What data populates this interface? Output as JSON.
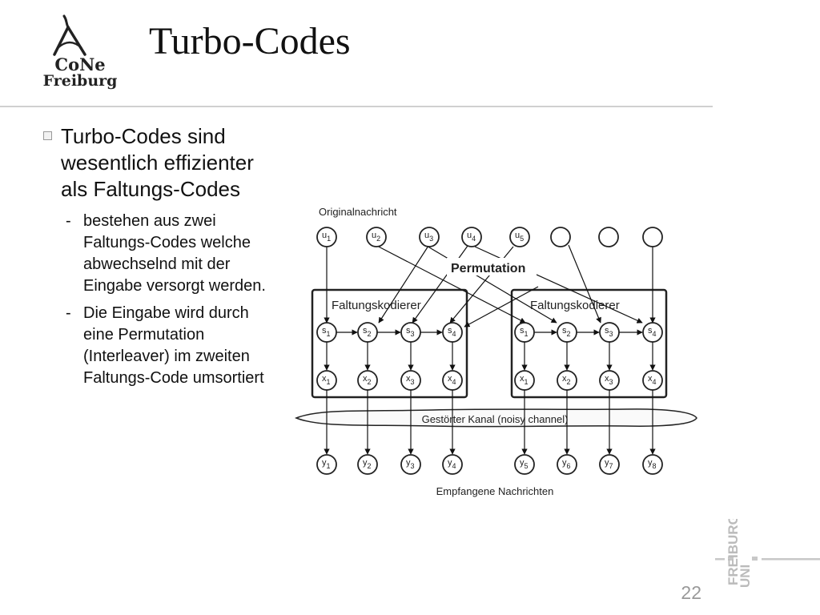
{
  "logo": {
    "line1": "CoNe",
    "line2": "Freiburg"
  },
  "title": "Turbo-Codes",
  "bullet": {
    "text": "Turbo-Codes sind wesentlich effizienter als Faltungs-Codes",
    "subitems": [
      {
        "dash": "-",
        "text": "bestehen aus zwei Faltungs-Codes welche abwechselnd mit der Eingabe versorgt werden."
      },
      {
        "dash": "-",
        "text": "Die Eingabe wird durch eine Permutation (Interleaver) im zweiten Faltungs-Code umsortiert"
      }
    ]
  },
  "diagram": {
    "original_label": "Originalnachricht",
    "inputs": [
      {
        "b": "u",
        "s": "1"
      },
      {
        "b": "u",
        "s": "2"
      },
      {
        "b": "u",
        "s": "3"
      },
      {
        "b": "u",
        "s": "4"
      },
      {
        "b": "u",
        "s": "5"
      },
      {
        "b": "",
        "s": ""
      },
      {
        "b": "",
        "s": ""
      },
      {
        "b": "",
        "s": ""
      }
    ],
    "permutation_label": "Permutation",
    "encoders": [
      {
        "label": "Faltungskodierer",
        "states": [
          {
            "b": "s",
            "s": "1"
          },
          {
            "b": "s",
            "s": "2"
          },
          {
            "b": "s",
            "s": "3"
          },
          {
            "b": "s",
            "s": "4"
          }
        ],
        "outputs": [
          {
            "b": "x",
            "s": "1"
          },
          {
            "b": "x",
            "s": "2"
          },
          {
            "b": "x",
            "s": "3"
          },
          {
            "b": "x",
            "s": "4"
          }
        ]
      },
      {
        "label": "Faltungskodierer",
        "states": [
          {
            "b": "s",
            "s": "1"
          },
          {
            "b": "s",
            "s": "2"
          },
          {
            "b": "s",
            "s": "3"
          },
          {
            "b": "s",
            "s": "4"
          }
        ],
        "outputs": [
          {
            "b": "x",
            "s": "1"
          },
          {
            "b": "x",
            "s": "2"
          },
          {
            "b": "x",
            "s": "3"
          },
          {
            "b": "x",
            "s": "4"
          }
        ]
      }
    ],
    "channel_label": "Gestörter Kanal (noisy channel)",
    "received": [
      {
        "b": "y",
        "s": "1"
      },
      {
        "b": "y",
        "s": "2"
      },
      {
        "b": "y",
        "s": "3"
      },
      {
        "b": "y",
        "s": "4"
      },
      {
        "b": "y",
        "s": "5"
      },
      {
        "b": "y",
        "s": "6"
      },
      {
        "b": "y",
        "s": "7"
      },
      {
        "b": "y",
        "s": "8"
      }
    ],
    "received_label": "Empfangene Nachrichten"
  },
  "page_number": "22",
  "uni_logo": {
    "top": "UNI",
    "bottom": "FREIBURG"
  }
}
